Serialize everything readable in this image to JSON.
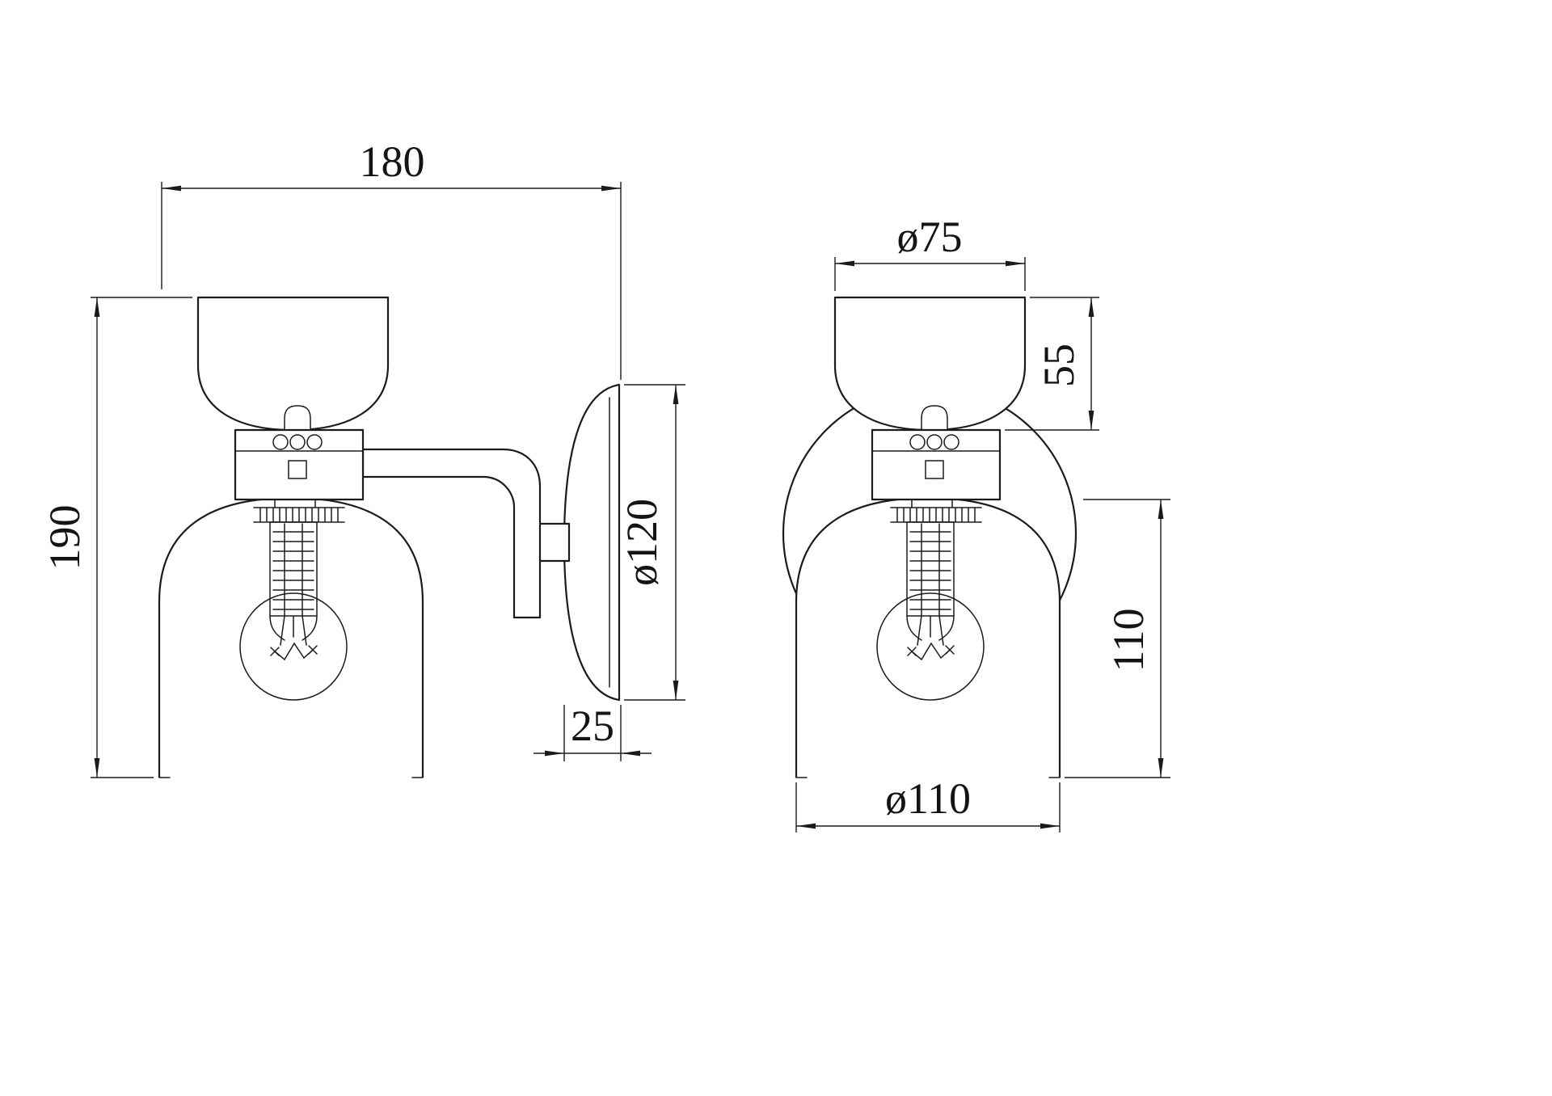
{
  "colors": {
    "background": "#ffffff",
    "line": "#1b1b1b"
  },
  "views": {
    "side": {
      "dims": {
        "overall_depth": "180",
        "overall_height": "190",
        "backplate_diameter": "ø120",
        "backplate_depth": "25"
      }
    },
    "front": {
      "dims": {
        "top_shade_diameter": "ø75",
        "top_shade_height": "55",
        "lower_shade_height": "110",
        "lower_shade_diameter": "ø110"
      }
    }
  }
}
